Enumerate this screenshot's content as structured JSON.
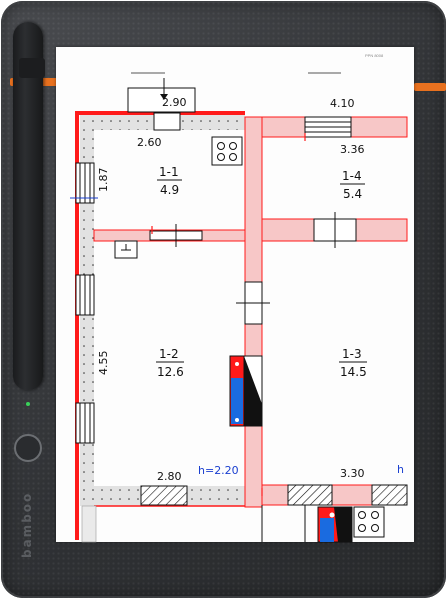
{
  "device": {
    "brand": "bamboo",
    "accent_color": "#e8711f",
    "led_color": "#3ad15a"
  },
  "paper": {
    "code": "PPN 8008"
  },
  "plan": {
    "colors": {
      "wall_fill": "#f7c7c7",
      "wall_line": "#ff1a1a",
      "exterior_fill": "#dcdcdc"
    },
    "dimensions": {
      "top_window": "2.90",
      "top_wall_left": "2.60",
      "top_right": "4.10",
      "right_upper": "3.36",
      "left_upper": "1.87",
      "left_lower": "4.55",
      "bottom_left": "2.80",
      "bottom_right": "3.30",
      "height": "h=2.20"
    },
    "rooms": [
      {
        "id": "1-1",
        "area": "4.9"
      },
      {
        "id": "1-4",
        "area": "5.4"
      },
      {
        "id": "1-2",
        "area": "12.6"
      },
      {
        "id": "1-3",
        "area": "14.5"
      }
    ]
  }
}
